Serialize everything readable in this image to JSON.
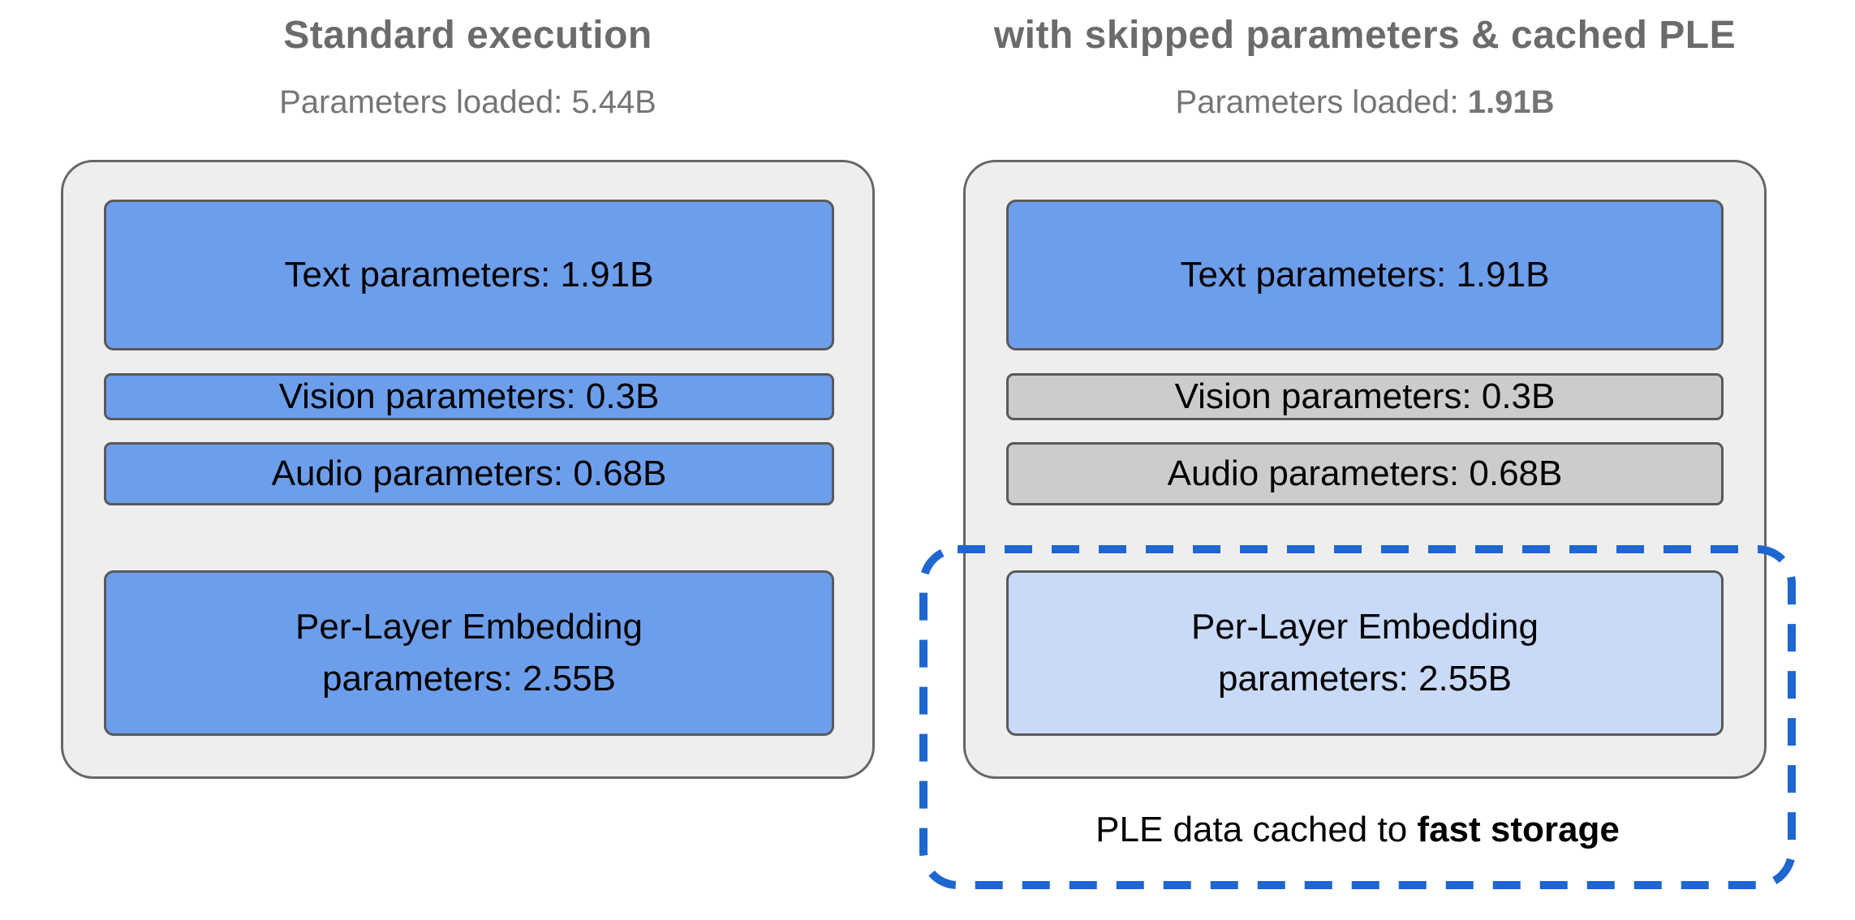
{
  "colors": {
    "loaded_fill": "#6D9EEB",
    "skipped_fill": "#CCCCCC",
    "cached_fill": "#C9DAF8",
    "container_fill": "#EEEEEE",
    "container_border": "#666666",
    "box_border": "#595959",
    "dashed_border": "#1E66D0",
    "title_gray": "#6B6B6B",
    "subtitle_gray": "#757575"
  },
  "left_panel": {
    "title": "Standard execution",
    "subtitle_prefix": "Parameters loaded: ",
    "subtitle_value": "5.44B",
    "boxes": [
      {
        "label": "Text parameters: 1.91B",
        "state": "loaded"
      },
      {
        "label": "Vision parameters: 0.3B",
        "state": "loaded"
      },
      {
        "label": "Audio parameters: 0.68B",
        "state": "loaded"
      },
      {
        "label": "Per-Layer Embedding parameters: 2.55B",
        "state": "loaded"
      }
    ]
  },
  "right_panel": {
    "title": "with skipped parameters & cached PLE",
    "subtitle_prefix": "Parameters loaded: ",
    "subtitle_value": "1.91B",
    "boxes": [
      {
        "label": "Text parameters: 1.91B",
        "state": "loaded"
      },
      {
        "label": "Vision parameters: 0.3B",
        "state": "skipped"
      },
      {
        "label": "Audio parameters: 0.68B",
        "state": "skipped"
      },
      {
        "label": "Per-Layer Embedding parameters: 2.55B",
        "state": "cached"
      }
    ],
    "cache_note_prefix": "PLE data cached to ",
    "cache_note_bold": "fast storage"
  }
}
